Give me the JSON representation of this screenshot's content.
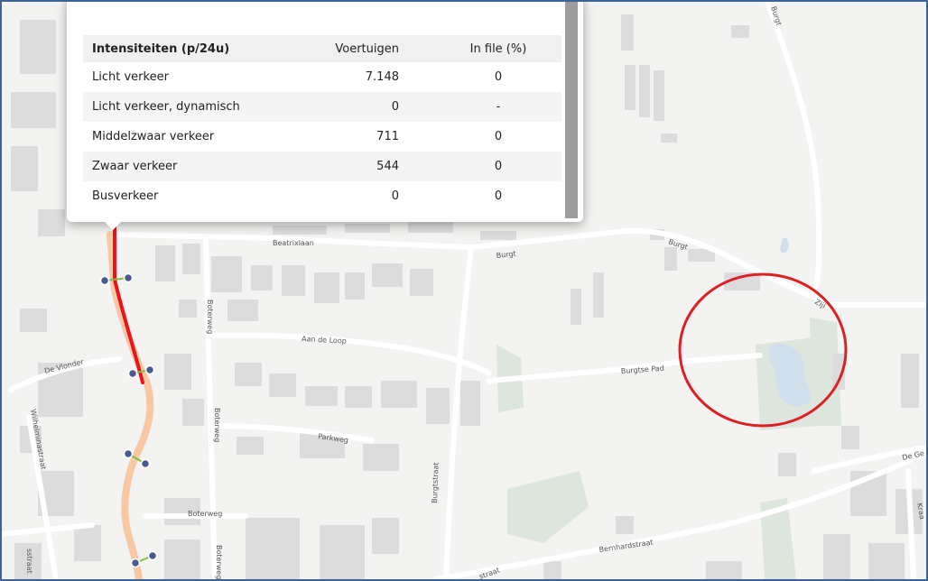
{
  "map": {
    "streets": {
      "burgt": "Burgt",
      "beatrixlaan": "Beatrixlaan",
      "boterweg": "Boterweg",
      "aan_de_loop": "Aan de Loop",
      "de_vlonder": "De Vlonder",
      "burgtse_pad": "Burgtse Pad",
      "parkweg": "Parkweg",
      "burgtstraat": "Burgtstraat",
      "wilhelminastraat": "Wilhelminastraat",
      "bernhardstraat": "Bernhardstraat",
      "zijl_fragment": "Zijl",
      "de_ge_fragment": "De Ge",
      "kraai_fragment": "Kraa",
      "stra_fragment": "straat",
      "ssstra_fragment": "sstraat"
    },
    "colors": {
      "background": "#f3f3f1",
      "road": "#ffffff",
      "building": "#dcdcdc",
      "green": "#dde6dc",
      "water": "#cfe0ec",
      "traffic_segment": "#e8141e",
      "main_road": "#f8c8a2",
      "node": "#4b5a8c",
      "annotation_circle": "#dd1f26"
    }
  },
  "popup": {
    "header": {
      "name": "Intensiteiten (p/24u)",
      "vehicles": "Voertuigen",
      "in_file": "In file (%)"
    },
    "rows": [
      {
        "name": "Licht verkeer",
        "vehicles": "7.148",
        "in_file": "0"
      },
      {
        "name": "Licht verkeer, dynamisch",
        "vehicles": "0",
        "in_file": "-"
      },
      {
        "name": "Middelzwaar verkeer",
        "vehicles": "711",
        "in_file": "0"
      },
      {
        "name": "Zwaar verkeer",
        "vehicles": "544",
        "in_file": "0"
      },
      {
        "name": "Busverkeer",
        "vehicles": "0",
        "in_file": "0"
      }
    ]
  }
}
